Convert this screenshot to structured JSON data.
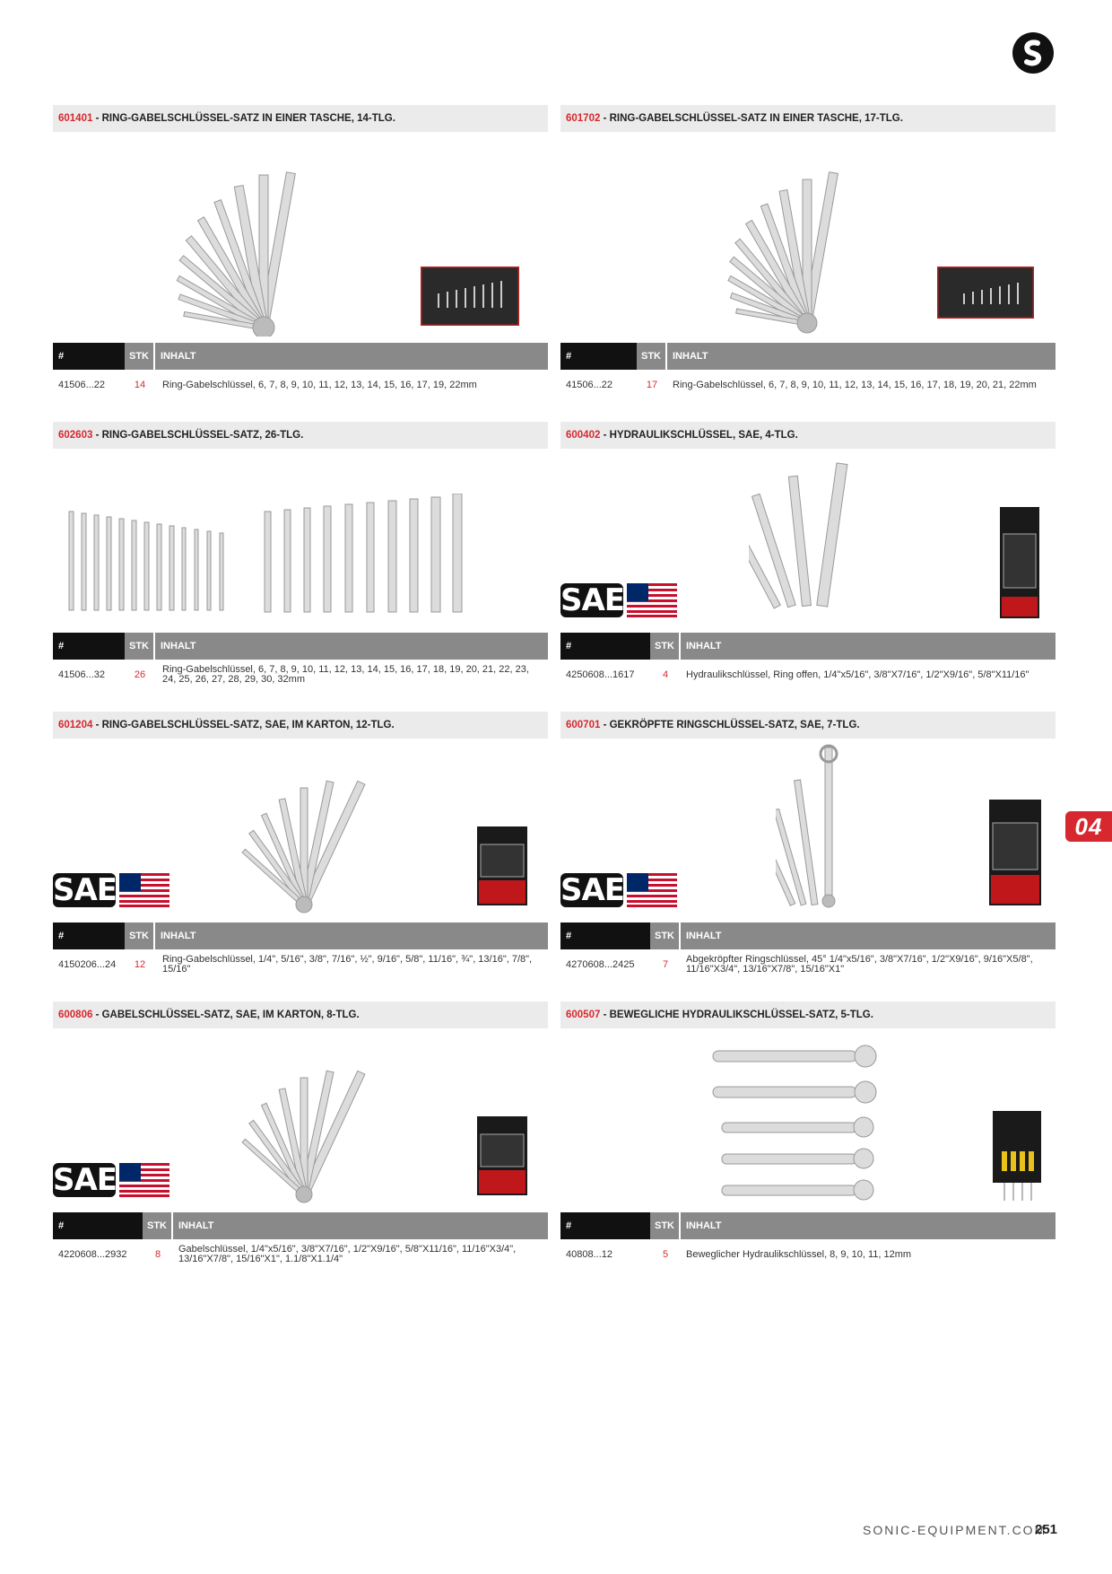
{
  "section_tab": "04",
  "colors": {
    "accent": "#d7282f",
    "header_gray": "#898989",
    "title_bg": "#ebebeb"
  },
  "table_header": {
    "hash": "#",
    "stk": "STK",
    "inhalt": "INHALT"
  },
  "sae_label": "SAE",
  "products": [
    {
      "code": "601401",
      "title": " - RING-GABELSCHLÜSSEL-SATZ IN EINER TASCHE, 14-TLG.",
      "number": "41506...22",
      "stk": "14",
      "inhalt": "Ring-Gabelschlüssel, 6, 7, 8, 9, 10, 11, 12, 13, 14, 15, 16, 17, 19, 22mm"
    },
    {
      "code": "601702",
      "title": " - RING-GABELSCHLÜSSEL-SATZ IN EINER TASCHE, 17-TLG.",
      "number": "41506...22",
      "stk": "17",
      "inhalt": "Ring-Gabelschlüssel, 6, 7, 8, 9, 10, 11, 12, 13, 14, 15, 16, 17, 18, 19, 20, 21, 22mm"
    },
    {
      "code": "602603",
      "title": " - RING-GABELSCHLÜSSEL-SATZ, 26-TLG.",
      "number": "41506...32",
      "stk": "26",
      "inhalt": "Ring-Gabelschlüssel, 6, 7, 8, 9, 10, 11, 12, 13, 14, 15, 16, 17, 18, 19, 20, 21, 22, 23, 24, 25, 26, 27, 28, 29, 30, 32mm"
    },
    {
      "code": "600402",
      "title": " - HYDRAULIKSCHLÜSSEL, SAE, 4-TLG.",
      "number": "4250608...1617",
      "stk": "4",
      "inhalt": "Hydraulikschlüssel, Ring offen, 1/4\"x5/16\", 3/8\"X7/16\", 1/2\"X9/16\", 5/8\"X11/16\""
    },
    {
      "code": "601204",
      "title": " - RING-GABELSCHLÜSSEL-SATZ, SAE, IM KARTON, 12-TLG.",
      "number": "4150206...24",
      "stk": "12",
      "inhalt": "Ring-Gabelschlüssel, 1/4\", 5/16\", 3/8\", 7/16\", ½\", 9/16\", 5/8\", 11/16\", ¾\", 13/16\", 7/8\", 15/16\""
    },
    {
      "code": "600701",
      "title": " - GEKRÖPFTE RINGSCHLÜSSEL-SATZ, SAE, 7-TLG.",
      "number": "4270608...2425",
      "stk": "7",
      "inhalt": "Abgekröpfter Ringschlüssel, 45° 1/4\"x5/16\", 3/8\"X7/16\", 1/2\"X9/16\", 9/16\"X5/8\", 11/16\"X3/4\", 13/16\"X7/8\", 15/16\"X1\""
    },
    {
      "code": "600806",
      "title": " - GABELSCHLÜSSEL-SATZ, SAE, IM KARTON, 8-TLG.",
      "number": "4220608...2932",
      "stk": "8",
      "inhalt": "Gabelschlüssel, 1/4\"x5/16\", 3/8\"X7/16\", 1/2\"X9/16\", 5/8\"X11/16\", 11/16\"X3/4\", 13/16\"X7/8\", 15/16\"X1\", 1.1/8\"X1.1/4\""
    },
    {
      "code": "600507",
      "title": " - BEWEGLICHE HYDRAULIKSCHLÜSSEL-SATZ, 5-TLG.",
      "number": "40808...12",
      "stk": "5",
      "inhalt": "Beweglicher Hydraulikschlüssel, 8, 9, 10, 11, 12mm"
    }
  ],
  "footer": {
    "url": "SONIC-EQUIPMENT.COM",
    "page": "251"
  }
}
